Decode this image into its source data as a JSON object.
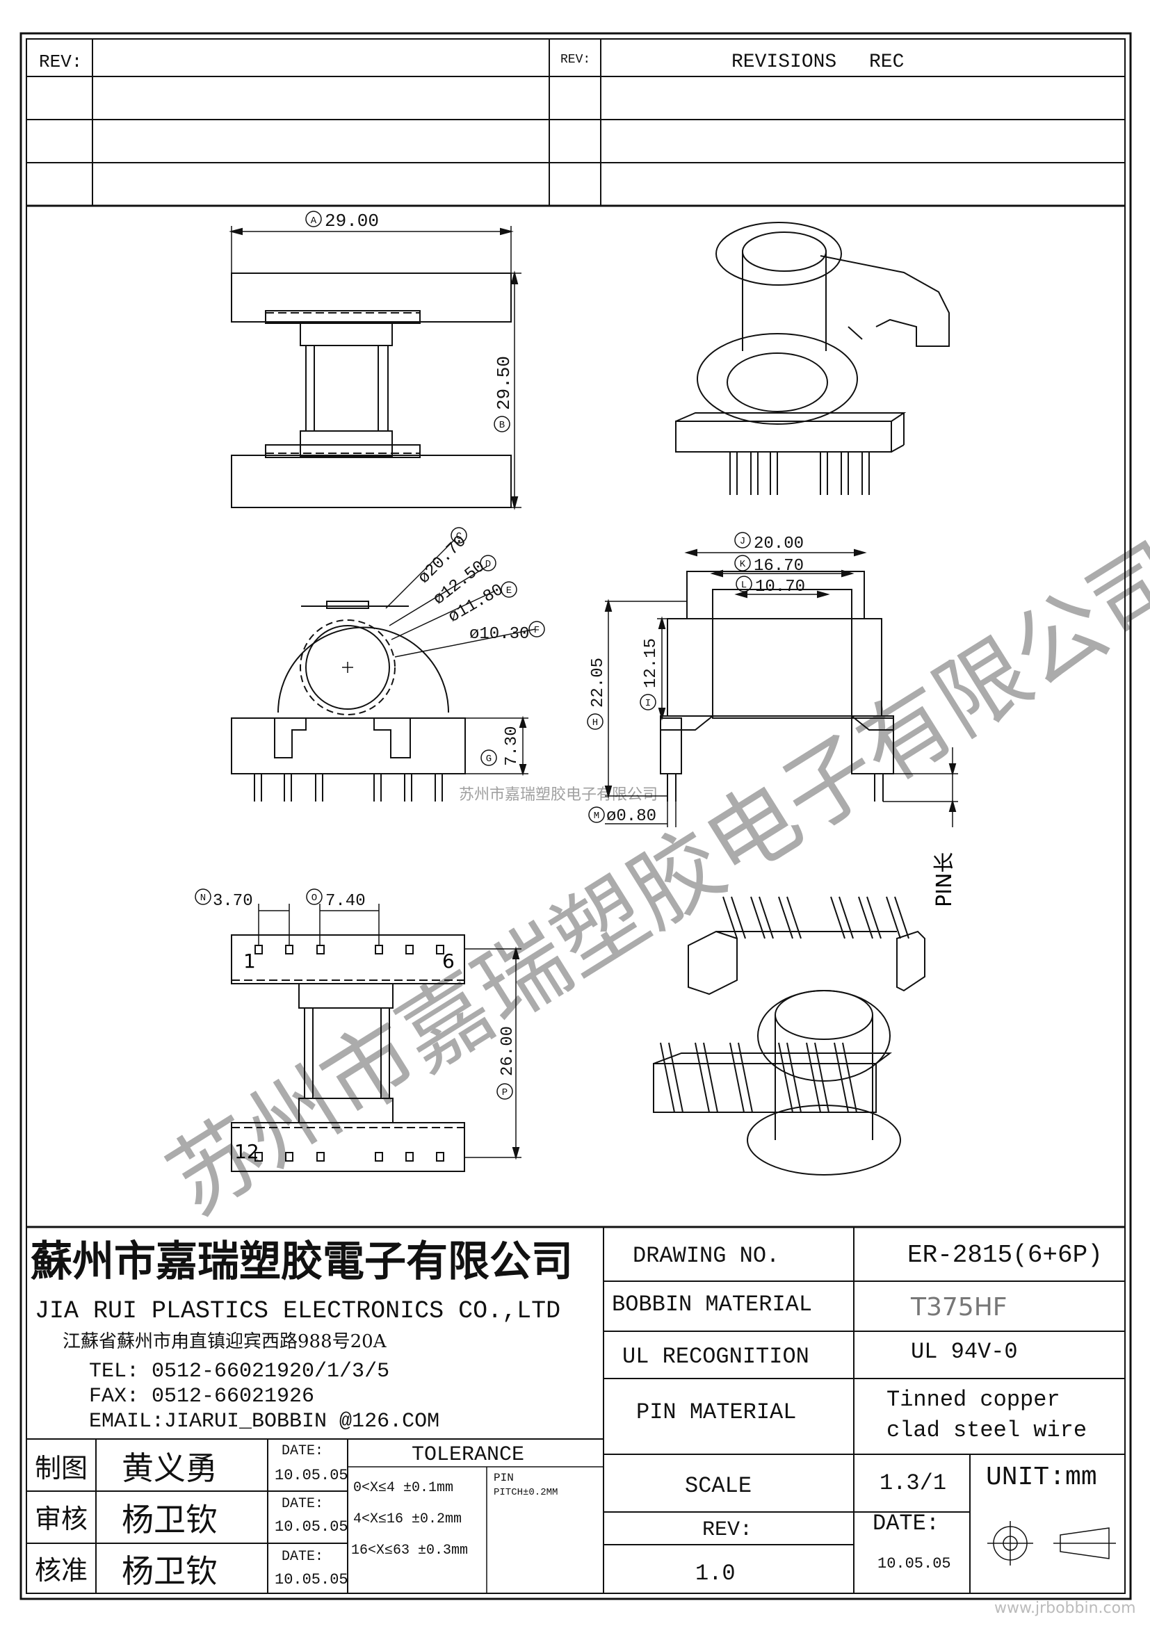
{
  "revision_table": {
    "rev_label_left": "REV:",
    "rev_label_right": "REV:",
    "revisions_label": "REVISIONS",
    "rec_label": "REC"
  },
  "dimensions": {
    "A": {
      "letter": "A",
      "value": "29.00"
    },
    "B": {
      "letter": "B",
      "value": "29.50"
    },
    "C": {
      "letter": "C",
      "value": "ø20.70"
    },
    "D": {
      "letter": "D",
      "value": "ø12.50"
    },
    "E": {
      "letter": "E",
      "value": "ø11.80"
    },
    "F": {
      "letter": "F",
      "value": "ø10.30"
    },
    "G": {
      "letter": "G",
      "value": "7.30"
    },
    "H": {
      "letter": "H",
      "value": "22.05"
    },
    "I": {
      "letter": "I",
      "value": "12.15"
    },
    "J": {
      "letter": "J",
      "value": "20.00"
    },
    "K": {
      "letter": "K",
      "value": "16.70"
    },
    "L": {
      "letter": "L",
      "value": "10.70"
    },
    "M": {
      "letter": "M",
      "value": "ø0.80"
    },
    "N": {
      "letter": "N",
      "value": "3.70"
    },
    "O": {
      "letter": "O",
      "value": "7.40"
    },
    "P": {
      "letter": "P",
      "value": "26.00"
    }
  },
  "pin_labels": {
    "pin1": "1",
    "pin6": "6",
    "pin12": "12",
    "pin_length": "PIN长"
  },
  "watermarks": {
    "center_text": "苏州市嘉瑞塑胶电子有限公司",
    "footer_url": "www.jrbobbin.com"
  },
  "company": {
    "name_cn": "蘇州市嘉瑞塑胶電子有限公司",
    "name_en": "JIA RUI PLASTICS ELECTRONICS CO.,LTD",
    "address": "江蘇省蘇州市甪直镇迎宾西路988号20A",
    "tel": "TEL: 0512-66021920/1/3/5",
    "fax": "FAX: 0512-66021926",
    "email": "EMAIL:JIARUI_BOBBIN @126.COM"
  },
  "spec": {
    "drawing_no_label": "DRAWING  NO.",
    "drawing_no": "ER-2815(6+6P)",
    "bobbin_material_label": "BOBBIN  MATERIAL",
    "bobbin_material": "T375HF",
    "ul_label": "UL RECOGNITION",
    "ul_value": "UL 94V-0",
    "pin_material_label": "PIN MATERIAL",
    "pin_material_line1": "Tinned copper",
    "pin_material_line2": "clad steel wire",
    "scale_label": "SCALE",
    "scale_value": "1.3/1",
    "unit": "UNIT:mm",
    "rev_label": "REV:",
    "rev_value": "1.0",
    "date_label": "DATE:",
    "date_value": "10.05.05"
  },
  "approvals": [
    {
      "role": "制图",
      "name": "黄义勇",
      "date_label": "DATE:",
      "date": "10.05.05"
    },
    {
      "role": "审核",
      "name": "杨卫钦",
      "date_label": "DATE:",
      "date": "10.05.05"
    },
    {
      "role": "核准",
      "name": "杨卫钦",
      "date_label": "DATE:",
      "date": "10.05.05"
    }
  ],
  "tolerance": {
    "title": "TOLERANCE",
    "rows": [
      "0<X≤4  ±0.1mm",
      "4<X≤16 ±0.2mm",
      "16<X≤63 ±0.3mm"
    ],
    "pin_label": "PIN",
    "pin_pitch": "PITCH±0.2MM"
  }
}
